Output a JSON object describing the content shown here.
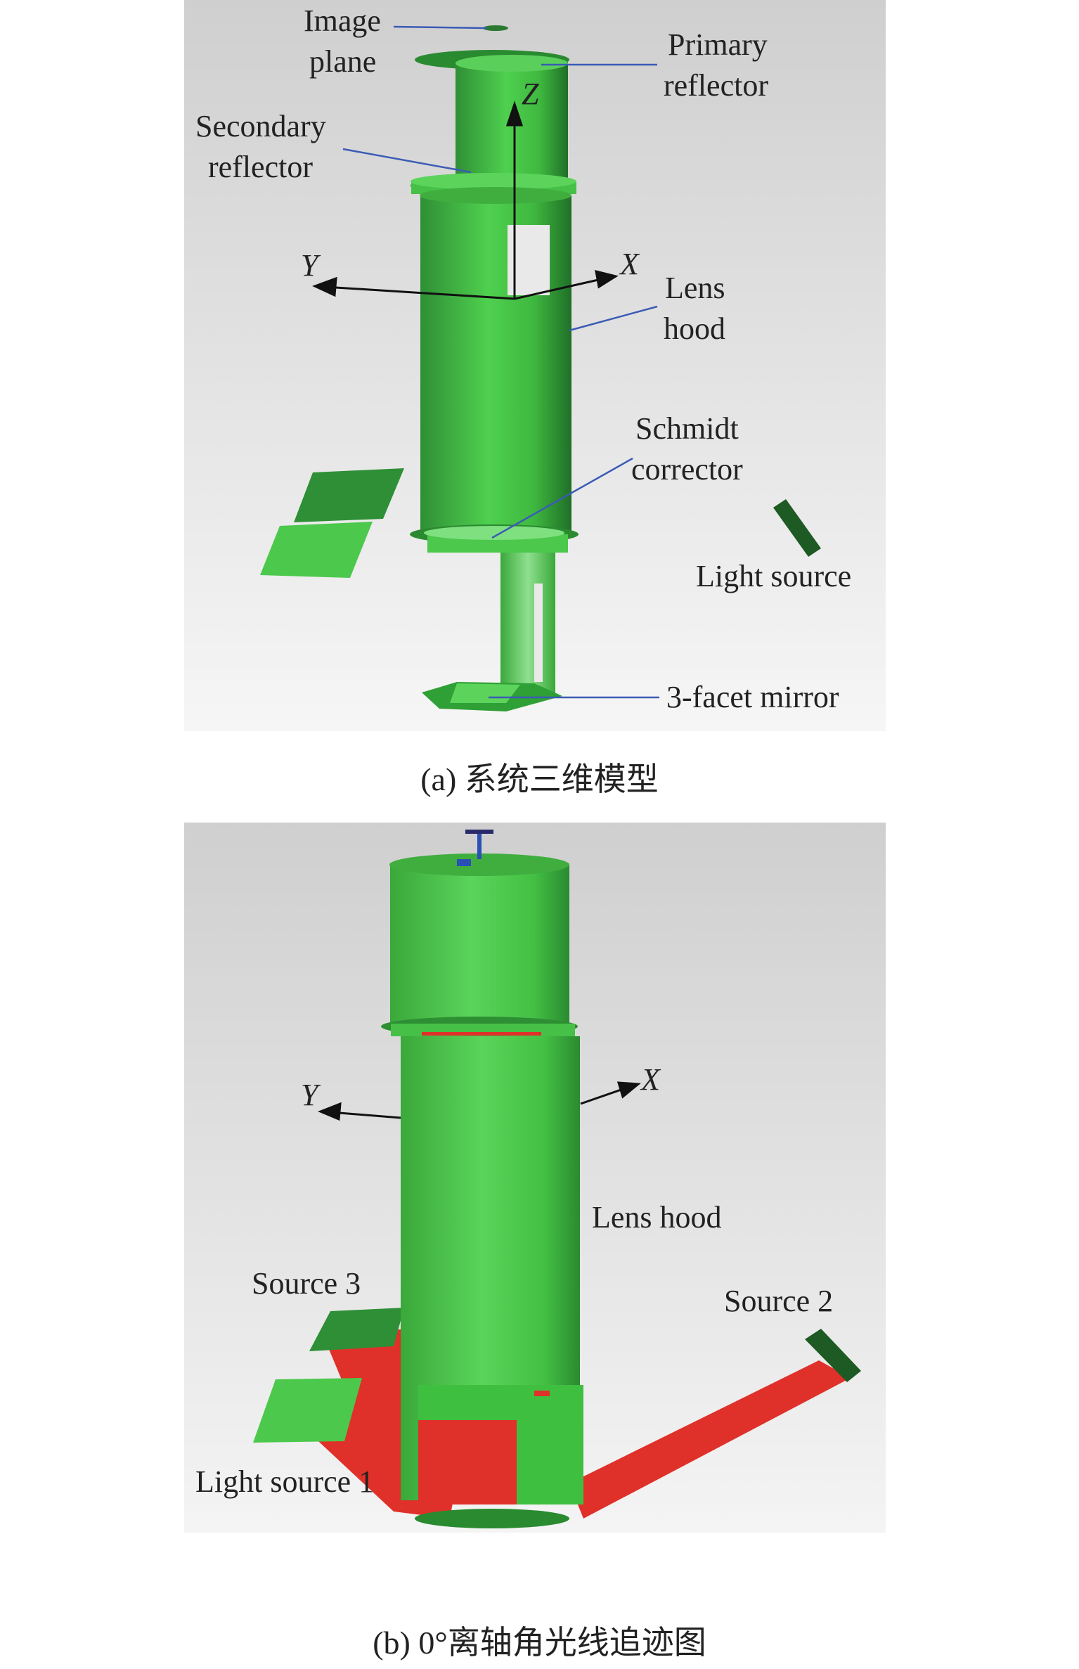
{
  "panel_a": {
    "caption": "(a) 系统三维模型",
    "labels": {
      "image_plane_1": "Image",
      "image_plane_2": "plane",
      "primary_1": "Primary",
      "primary_2": "reflector",
      "secondary_1": "Secondary",
      "secondary_2": "reflector",
      "lens_1": "Lens",
      "lens_2": "hood",
      "schmidt_1": "Schmidt",
      "schmidt_2": "corrector",
      "light_source": "Light source",
      "facet_mirror": "3-facet mirror"
    },
    "axes": {
      "z": "Z",
      "y": "Y",
      "x": "X"
    }
  },
  "panel_b": {
    "caption": "(b) 0°离轴角光线追迹图",
    "labels": {
      "lens_hood": "Lens hood",
      "source3": "Source 3",
      "source2": "Source 2",
      "source1": "Light source 1"
    },
    "axes": {
      "y": "Y",
      "x": "X"
    }
  },
  "colors": {
    "body_green": "#3cbf3c",
    "dark_green": "#1e6b2a",
    "light_green": "#7fdc7f",
    "ray_red": "#e0302a",
    "background_gray": "#d8d8d8",
    "leader_blue": "#3b5bb5"
  }
}
